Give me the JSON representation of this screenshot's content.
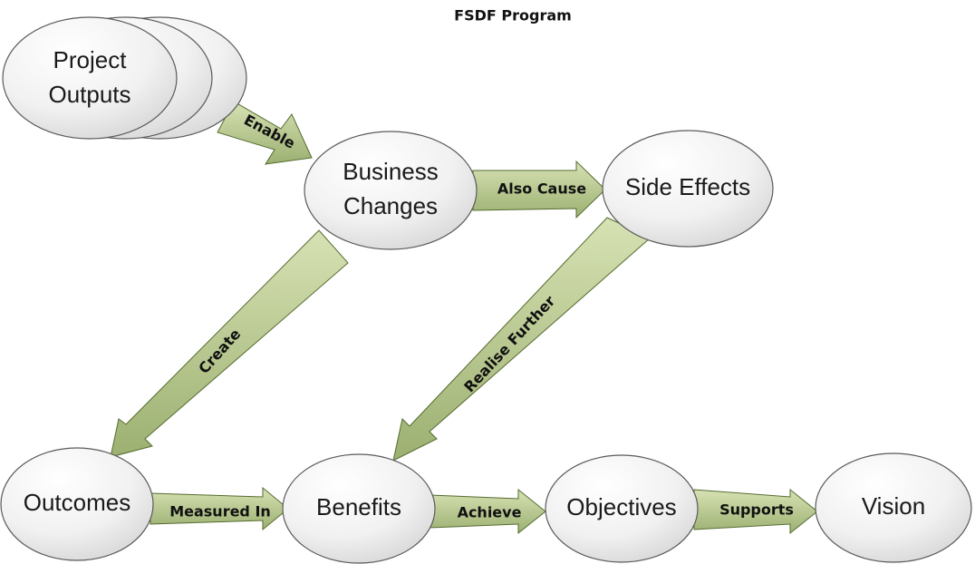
{
  "title": "FSDF Program",
  "colors": {
    "node_fill_light": "#ffffff",
    "node_fill_dark": "#d6d6d6",
    "node_stroke": "#5a5a5a",
    "arrow_fill_light": "#d7e2b4",
    "arrow_fill_dark": "#9cb071",
    "arrow_stroke": "#556b2f"
  },
  "nodes": {
    "project_outputs": [
      "Project",
      "Outputs"
    ],
    "business_changes": [
      "Business",
      "Changes"
    ],
    "side_effects": [
      "Side Effects"
    ],
    "outcomes": [
      "Outcomes"
    ],
    "benefits": [
      "Benefits"
    ],
    "objectives": [
      "Objectives"
    ],
    "vision": [
      "Vision"
    ]
  },
  "arrows": {
    "enable": "Enable",
    "also_cause": "Also Cause",
    "create": "Create",
    "realise_further": "Realise Further",
    "measured_in": "Measured In",
    "achieve": "Achieve",
    "supports": "Supports"
  }
}
